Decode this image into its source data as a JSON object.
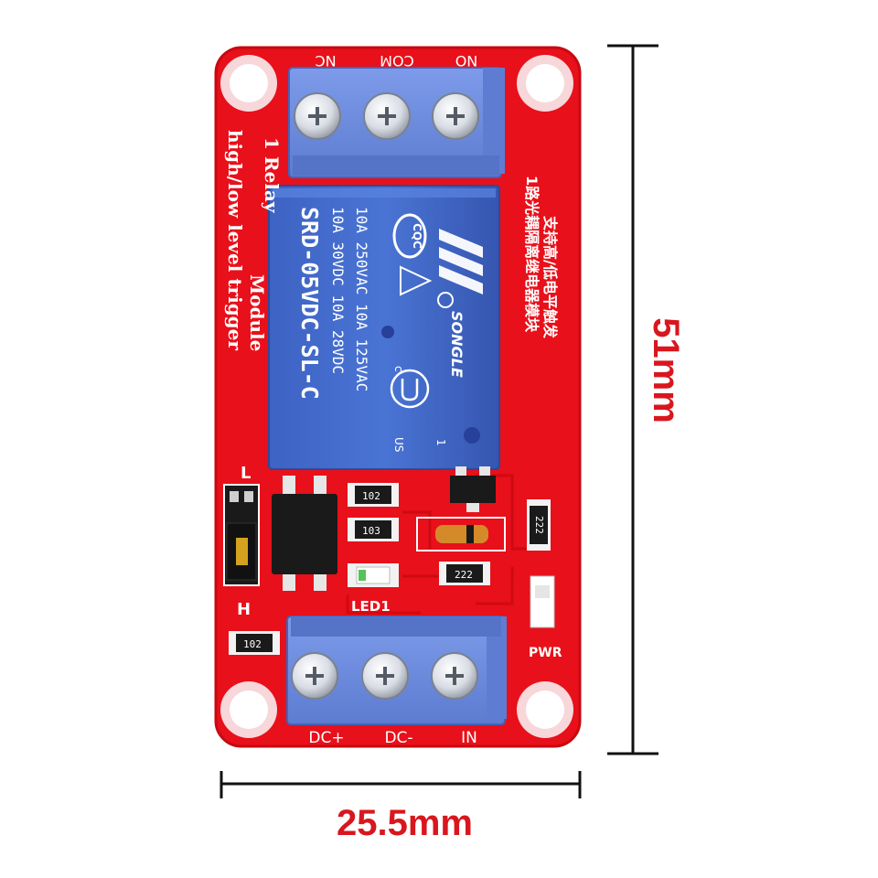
{
  "dimensions": {
    "width_label": "25.5mm",
    "height_label": "51mm"
  },
  "terminals": {
    "top": [
      "NC",
      "COM",
      "NO"
    ],
    "bottom": [
      "DC+",
      "DC-",
      "IN"
    ]
  },
  "board_text": {
    "title_line1": "1 Relay",
    "title_line2": "Module",
    "subtitle": "high/low level trigger",
    "chinese_line1": "1路光耦隔离继电器模块",
    "chinese_line2": "支持高/低电平触发",
    "jumper_low": "L",
    "jumper_high": "H",
    "led1": "LED1",
    "pwr": "PWR"
  },
  "relay": {
    "rating_line1": "10A 250VAC  10A 125VAC",
    "rating_line2": "10A  30VDC  10A  28VDC",
    "model": "SRD-05VDC-SL-C",
    "brand": "SONGLE",
    "cqc": "CQC",
    "ul_num": "1",
    "ul_us": "US"
  },
  "smd_codes": {
    "r1": "102",
    "r2": "103",
    "r3": "222",
    "r4": "222",
    "r5": "102"
  },
  "colors": {
    "pcb": "#e8101a",
    "pcb_dark": "#c80910",
    "relay": "#4169c8",
    "terminal": "#6f8ee0",
    "dim": "#d9161e"
  }
}
